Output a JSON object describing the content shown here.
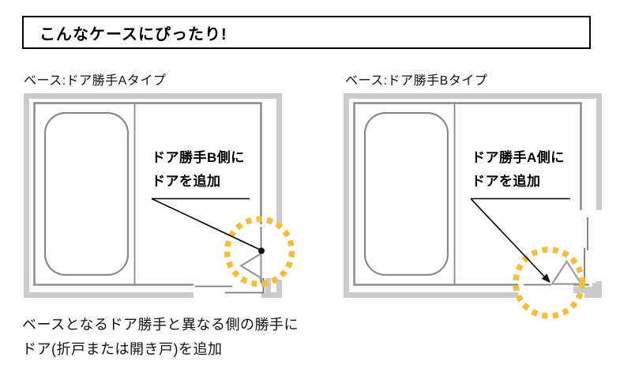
{
  "title": "こんなケースにぴったり!",
  "left_diagram": {
    "subtitle": "ベース:ドア勝手Aタイプ",
    "annotation_line1": "ドア勝手B側に",
    "annotation_line2": "ドアを追加"
  },
  "right_diagram": {
    "subtitle": "ベース:ドア勝手Bタイプ",
    "annotation_line1": "ドア勝手A側に",
    "annotation_line2": "ドアを追加"
  },
  "caption": {
    "line1": "ベースとなるドア勝手と異なる側の勝手に",
    "line2": "ドア(折戸または開き戸)を追加"
  },
  "colors": {
    "highlight_orange": "#F5BD3C",
    "wall_light": "#CBCBCB",
    "wall_dark": "#8A8A8A",
    "thin_line": "#787878",
    "door_symbol": "#9A9A9A",
    "text_black": "#000000"
  }
}
